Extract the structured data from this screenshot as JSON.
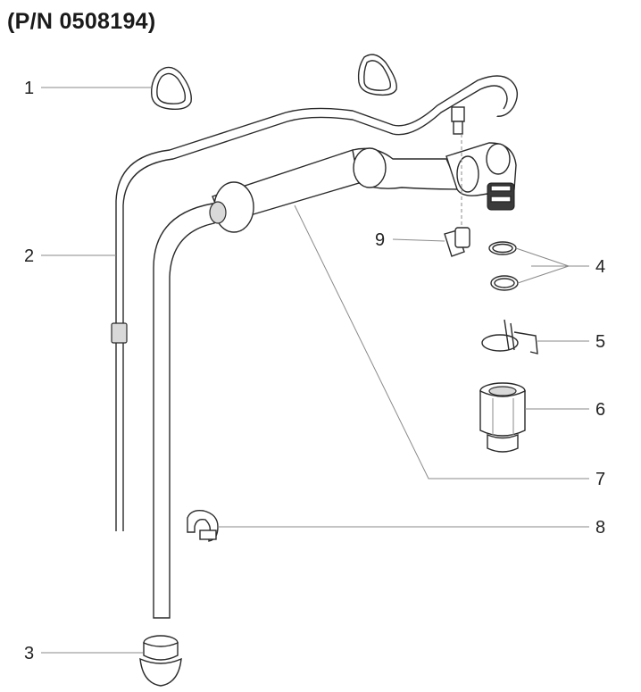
{
  "title": "(P/N 0508194)",
  "callouts": [
    {
      "id": "1",
      "label": "1"
    },
    {
      "id": "2",
      "label": "2"
    },
    {
      "id": "3",
      "label": "3"
    },
    {
      "id": "4",
      "label": "4"
    },
    {
      "id": "5",
      "label": "5"
    },
    {
      "id": "6",
      "label": "6"
    },
    {
      "id": "7",
      "label": "7"
    },
    {
      "id": "8",
      "label": "8"
    },
    {
      "id": "9",
      "label": "9"
    }
  ]
}
